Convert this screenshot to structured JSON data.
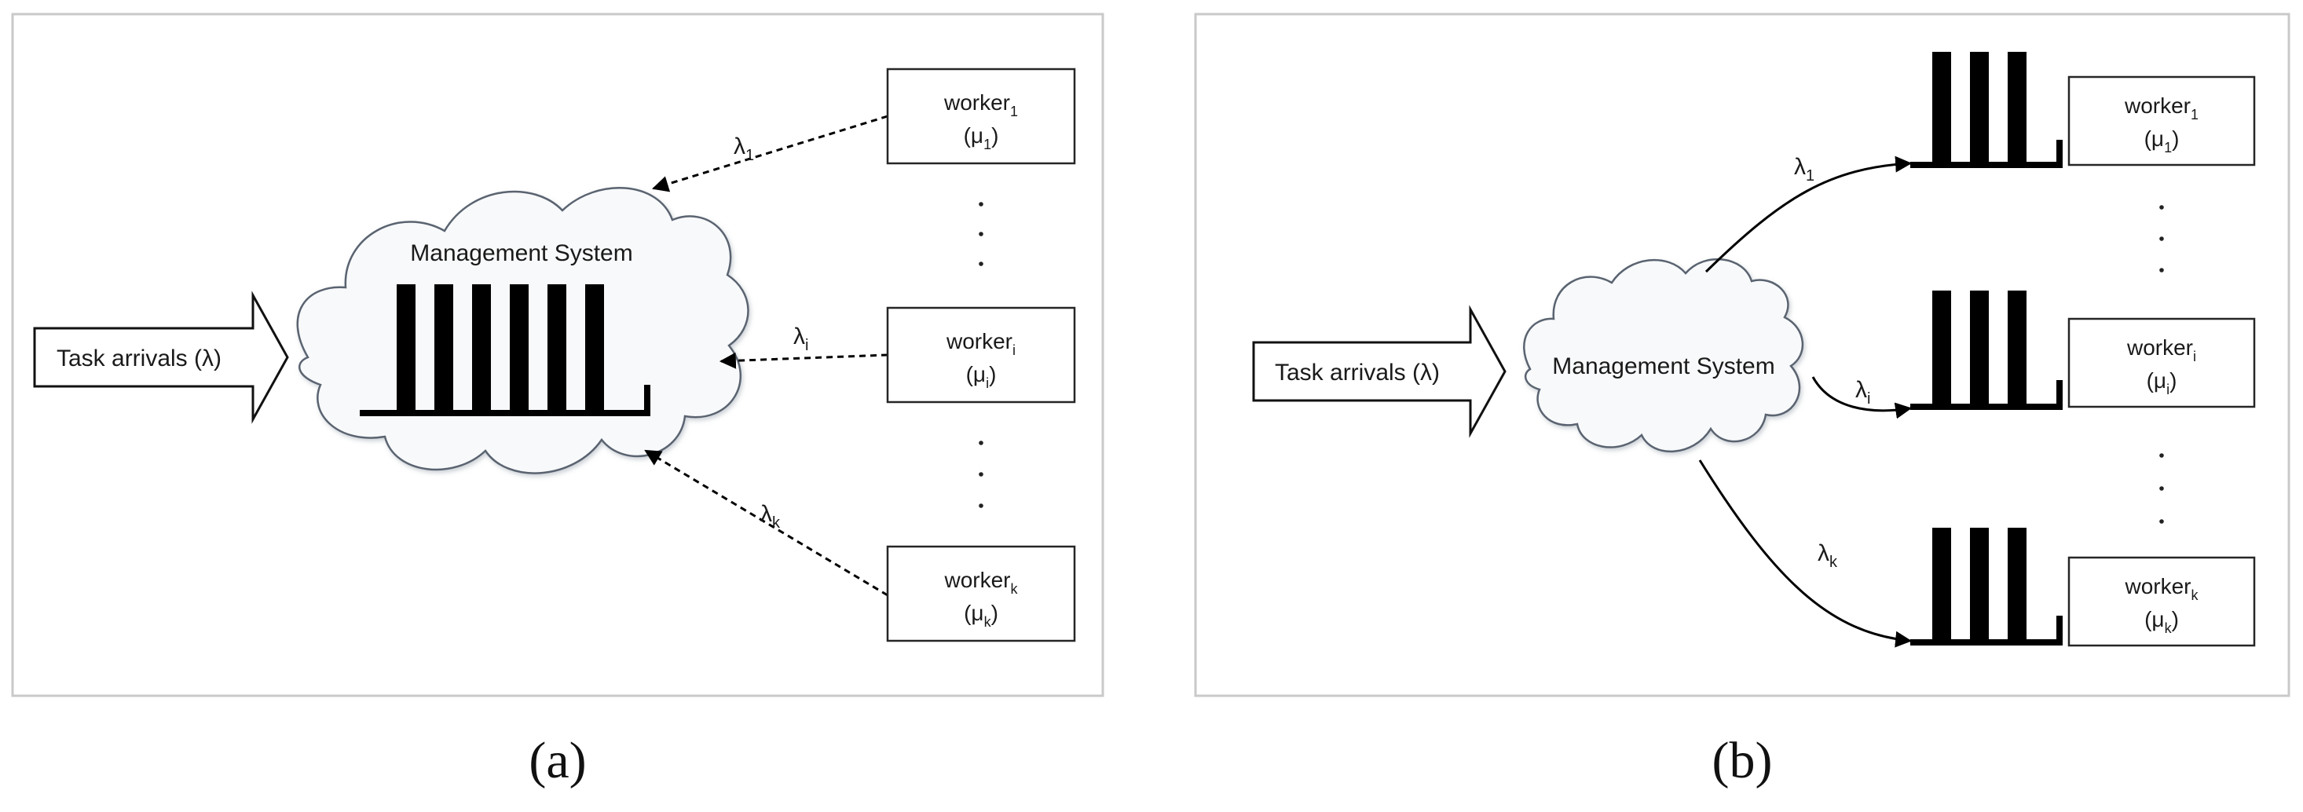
{
  "panel_a": {
    "caption": "(a)",
    "task_label": "Task arrivals (λ)",
    "system_label": "Management System",
    "workers": [
      {
        "name": "worker",
        "sub": "1",
        "rate": "(μ",
        "rate_sub": "1",
        "rate_end": ")"
      },
      {
        "name": "worker",
        "sub": "i",
        "rate": "(μ",
        "rate_sub": "i",
        "rate_end": ")"
      },
      {
        "name": "worker",
        "sub": "k",
        "rate": "(μ",
        "rate_sub": "k",
        "rate_end": ")"
      }
    ],
    "arrows": [
      {
        "symbol": "λ",
        "sub": "1"
      },
      {
        "symbol": "λ",
        "sub": "i"
      },
      {
        "symbol": "λ",
        "sub": "k"
      }
    ]
  },
  "panel_b": {
    "caption": "(b)",
    "task_label": "Task arrivals (λ)",
    "system_label": "Management System",
    "workers": [
      {
        "name": "worker",
        "sub": "1",
        "rate": "(μ",
        "rate_sub": "1",
        "rate_end": ")"
      },
      {
        "name": "worker",
        "sub": "i",
        "rate": "(μ",
        "rate_sub": "i",
        "rate_end": ")"
      },
      {
        "name": "worker",
        "sub": "k",
        "rate": "(μ",
        "rate_sub": "k",
        "rate_end": ")"
      }
    ],
    "arrows": [
      {
        "symbol": "λ",
        "sub": "1"
      },
      {
        "symbol": "λ",
        "sub": "i"
      },
      {
        "symbol": "λ",
        "sub": "k"
      }
    ]
  }
}
